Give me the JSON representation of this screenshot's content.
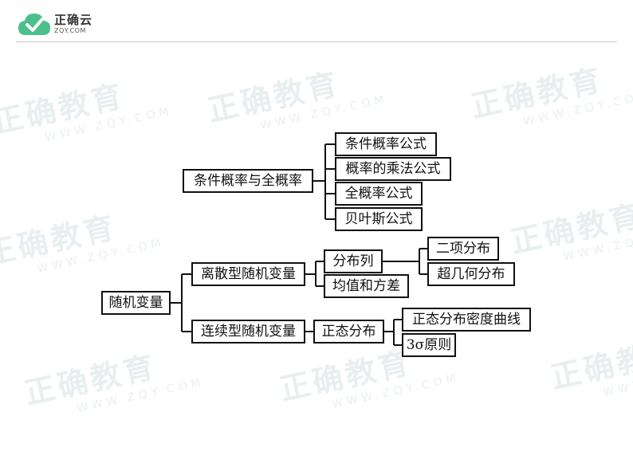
{
  "brand": {
    "name": "正确云",
    "domain": "ZQY.COM"
  },
  "watermark": {
    "text": "正确教育",
    "url": "WWW.ZQY.COM"
  },
  "colors": {
    "brand_green": "#4cc08a",
    "line": "#111111",
    "watermark": "#e9eff0"
  },
  "diagram": {
    "root": "随机变量",
    "conditional": {
      "label": "条件概率与全概率",
      "items": [
        "条件概率公式",
        "概率的乘法公式",
        "全概率公式",
        "贝叶斯公式"
      ]
    },
    "discrete": {
      "label": "离散型随机变量",
      "distribution": "分布列",
      "distribution_items": [
        "二项分布",
        "超几何分布"
      ],
      "stats": "均值和方差"
    },
    "continuous": {
      "label": "连续型随机变量",
      "normal": "正态分布",
      "normal_items": [
        "正态分布密度曲线",
        "3σ原则"
      ]
    }
  }
}
